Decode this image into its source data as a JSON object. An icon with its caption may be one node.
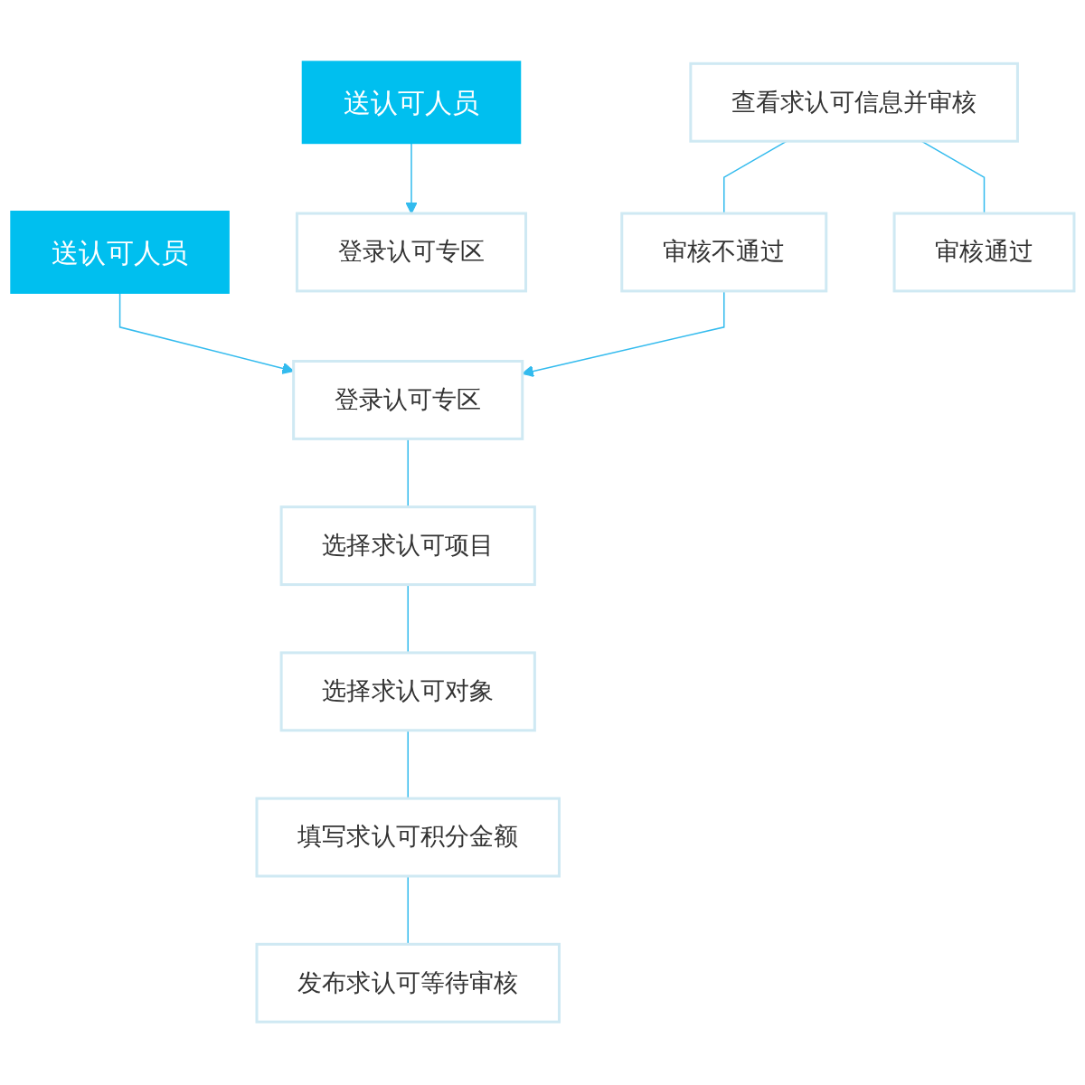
{
  "diagram": {
    "nodes": [
      {
        "text": [
          "送认可人员"
        ]
      },
      {
        "text": [
          "登录认可专区"
        ]
      },
      {
        "text": [
          "选择求认可项目"
        ]
      },
      {
        "text": [
          "选择求认可对象"
        ]
      },
      {
        "text": [
          "填写求认可积分金额"
        ]
      },
      {
        "text": [
          "发布求认可等待审核"
        ]
      },
      {
        "text": [
          "送认可人员"
        ]
      },
      {
        "text": [
          "登录认可专区"
        ]
      },
      {
        "text": [
          "查看求认可信息并审核"
        ]
      },
      {
        "text": [
          "审核不通过"
        ]
      },
      {
        "text": [
          "审核通过"
        ]
      }
    ],
    "edges": [
      {
        "from": 0,
        "to": 1,
        "arrow": "to"
      },
      {
        "from": 1,
        "to": 2,
        "arrow": "none"
      },
      {
        "from": 2,
        "to": 3,
        "arrow": "none"
      },
      {
        "from": 3,
        "to": 4,
        "arrow": "none"
      },
      {
        "from": 4,
        "to": 5,
        "arrow": "none"
      },
      {
        "from": 6,
        "to": 7,
        "arrow": "to"
      },
      {
        "from": 8,
        "to": 9,
        "arrow": "none"
      },
      {
        "from": 8,
        "to": 10,
        "arrow": "none"
      },
      {
        "from": 9,
        "to": 1,
        "arrow": "to"
      }
    ]
  }
}
